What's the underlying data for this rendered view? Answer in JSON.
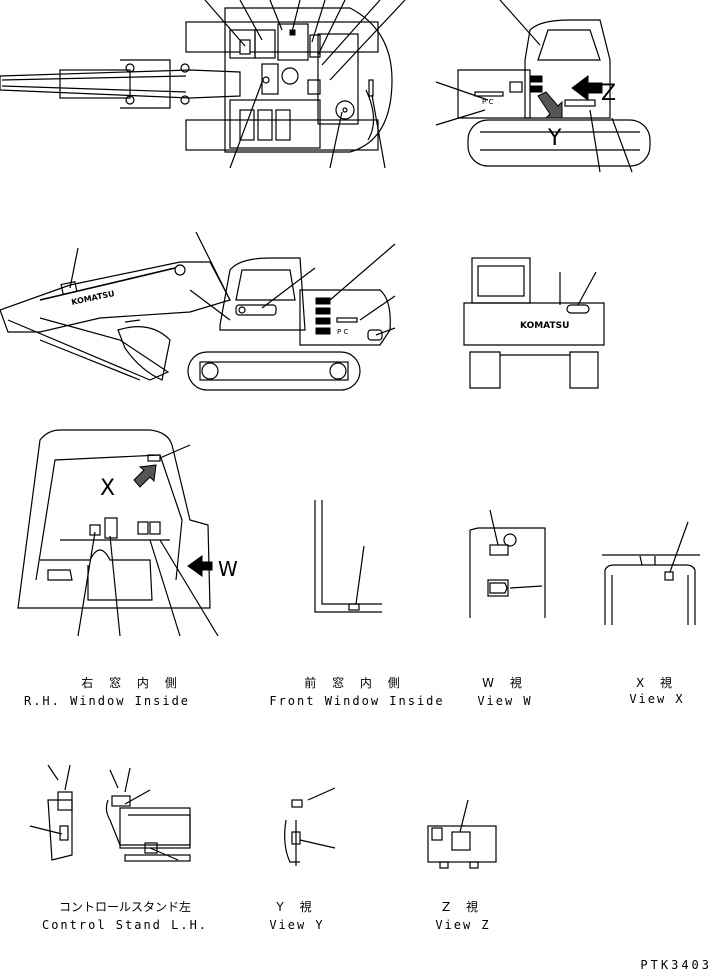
{
  "captions": {
    "rh_window": {
      "ja": "右 窓 内 側",
      "en": "R.H. Window Inside"
    },
    "front_window": {
      "ja": "前 窓 内 側",
      "en": "Front Window Inside"
    },
    "view_w": {
      "ja": "W 視",
      "en": "View W"
    },
    "view_x": {
      "ja": "X 視",
      "en": "View X"
    },
    "control_stand": {
      "ja": "コントロールスタンド左",
      "en": "Control Stand L.H."
    },
    "view_y": {
      "ja": "Y 視",
      "en": "View Y"
    },
    "view_z": {
      "ja": "Z 視",
      "en": "View Z"
    }
  },
  "view_markers": {
    "z": "Z",
    "y": "Y",
    "x": "X",
    "w": "W"
  },
  "machine_badge": "KOMATSU",
  "small_text": "P C",
  "drawing_number": "PTK3403"
}
